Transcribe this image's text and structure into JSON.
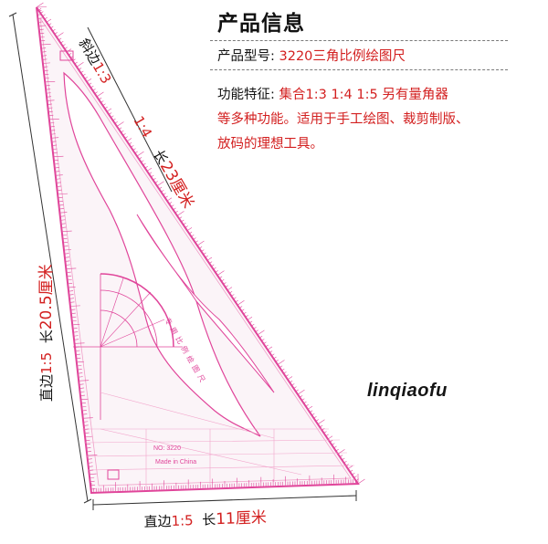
{
  "header": {
    "title": "产品信息"
  },
  "model": {
    "label": "产品型号:",
    "value": "3220三角比例绘图尺"
  },
  "features": {
    "label": "功能特征:",
    "line1_value": "集合1:3  1:4  1:5  另有量角器",
    "line2": "等多种功能。适用于手工绘图、裁剪制版、",
    "line3": "放码的理想工具。"
  },
  "annotations": {
    "hyp_prefix": "斜边",
    "hyp_ratio1": "1:3",
    "hyp_ratio2": "1:4",
    "hyp_len_prefix": "长",
    "hyp_len_value": "23厘米",
    "left_prefix": "直边",
    "left_ratio": "1:5",
    "left_len_prefix": "长",
    "left_len_value": "20.5厘米",
    "bottom_prefix": "直边",
    "bottom_ratio": "1:5",
    "bottom_len_prefix": "长",
    "bottom_len_value": "11厘米"
  },
  "ruler": {
    "model_no": "NO: 3220",
    "made_in": "Made in China",
    "vertical_text": "专用比例绘图尺",
    "color": "#e0459a"
  },
  "watermark": "linqiaofu"
}
